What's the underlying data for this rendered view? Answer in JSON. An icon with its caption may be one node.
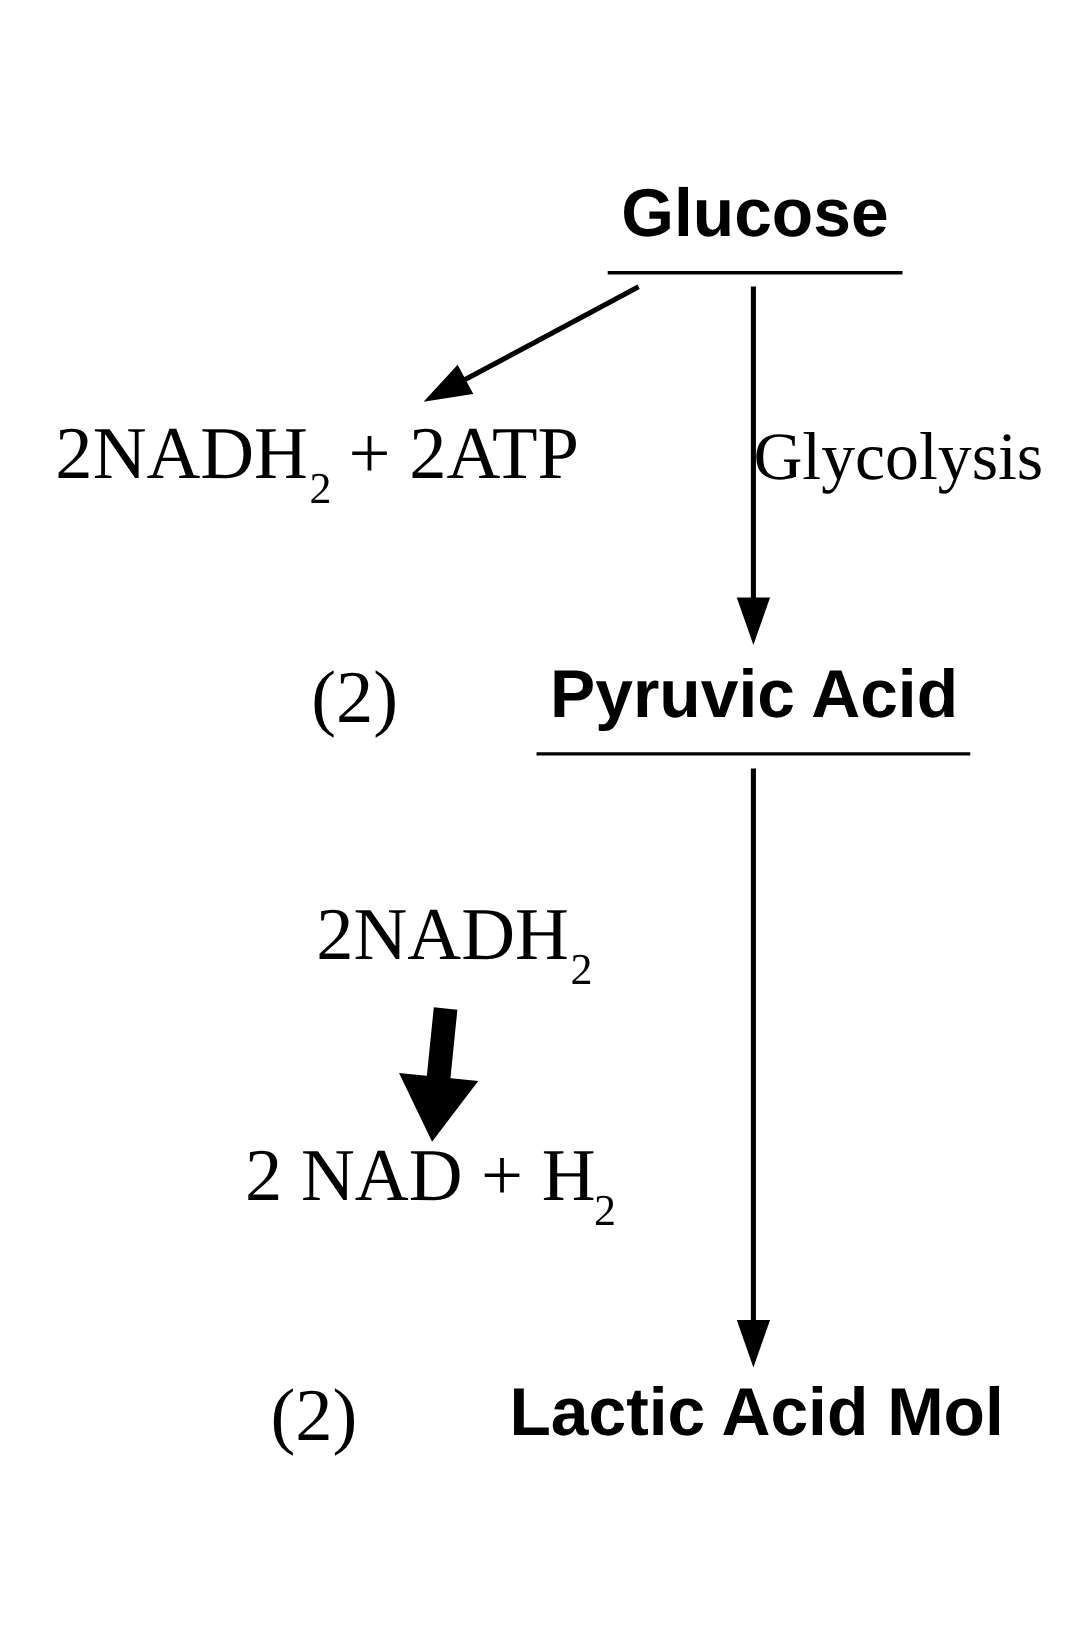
{
  "diagram": {
    "nodes": [
      {
        "text": [
          "Glucose"
        ]
      },
      {
        "text": [
          "2NADH$_{2}$ + 2ATP"
        ]
      },
      {
        "text": [
          "Pyruvic Acid"
        ],
        "beside": [
          "(2)"
        ]
      },
      {
        "text": [
          "2NADH$_{2}$"
        ]
      },
      {
        "text": [
          "2 NAD + H$_{2}$"
        ]
      },
      {
        "text": [
          "Lactic Acid Mol"
        ],
        "beside": [
          "(2)"
        ]
      }
    ],
    "edges": [
      {
        "from": 0,
        "to": 2,
        "arrow": "to",
        "label": "Glycolysis"
      },
      {
        "from": 0,
        "to": 1,
        "arrow": "to"
      },
      {
        "from": 2,
        "to": 5,
        "arrow": "to"
      },
      {
        "from": 3,
        "to": 4,
        "arrow": "to",
        "style": "thick"
      }
    ]
  }
}
